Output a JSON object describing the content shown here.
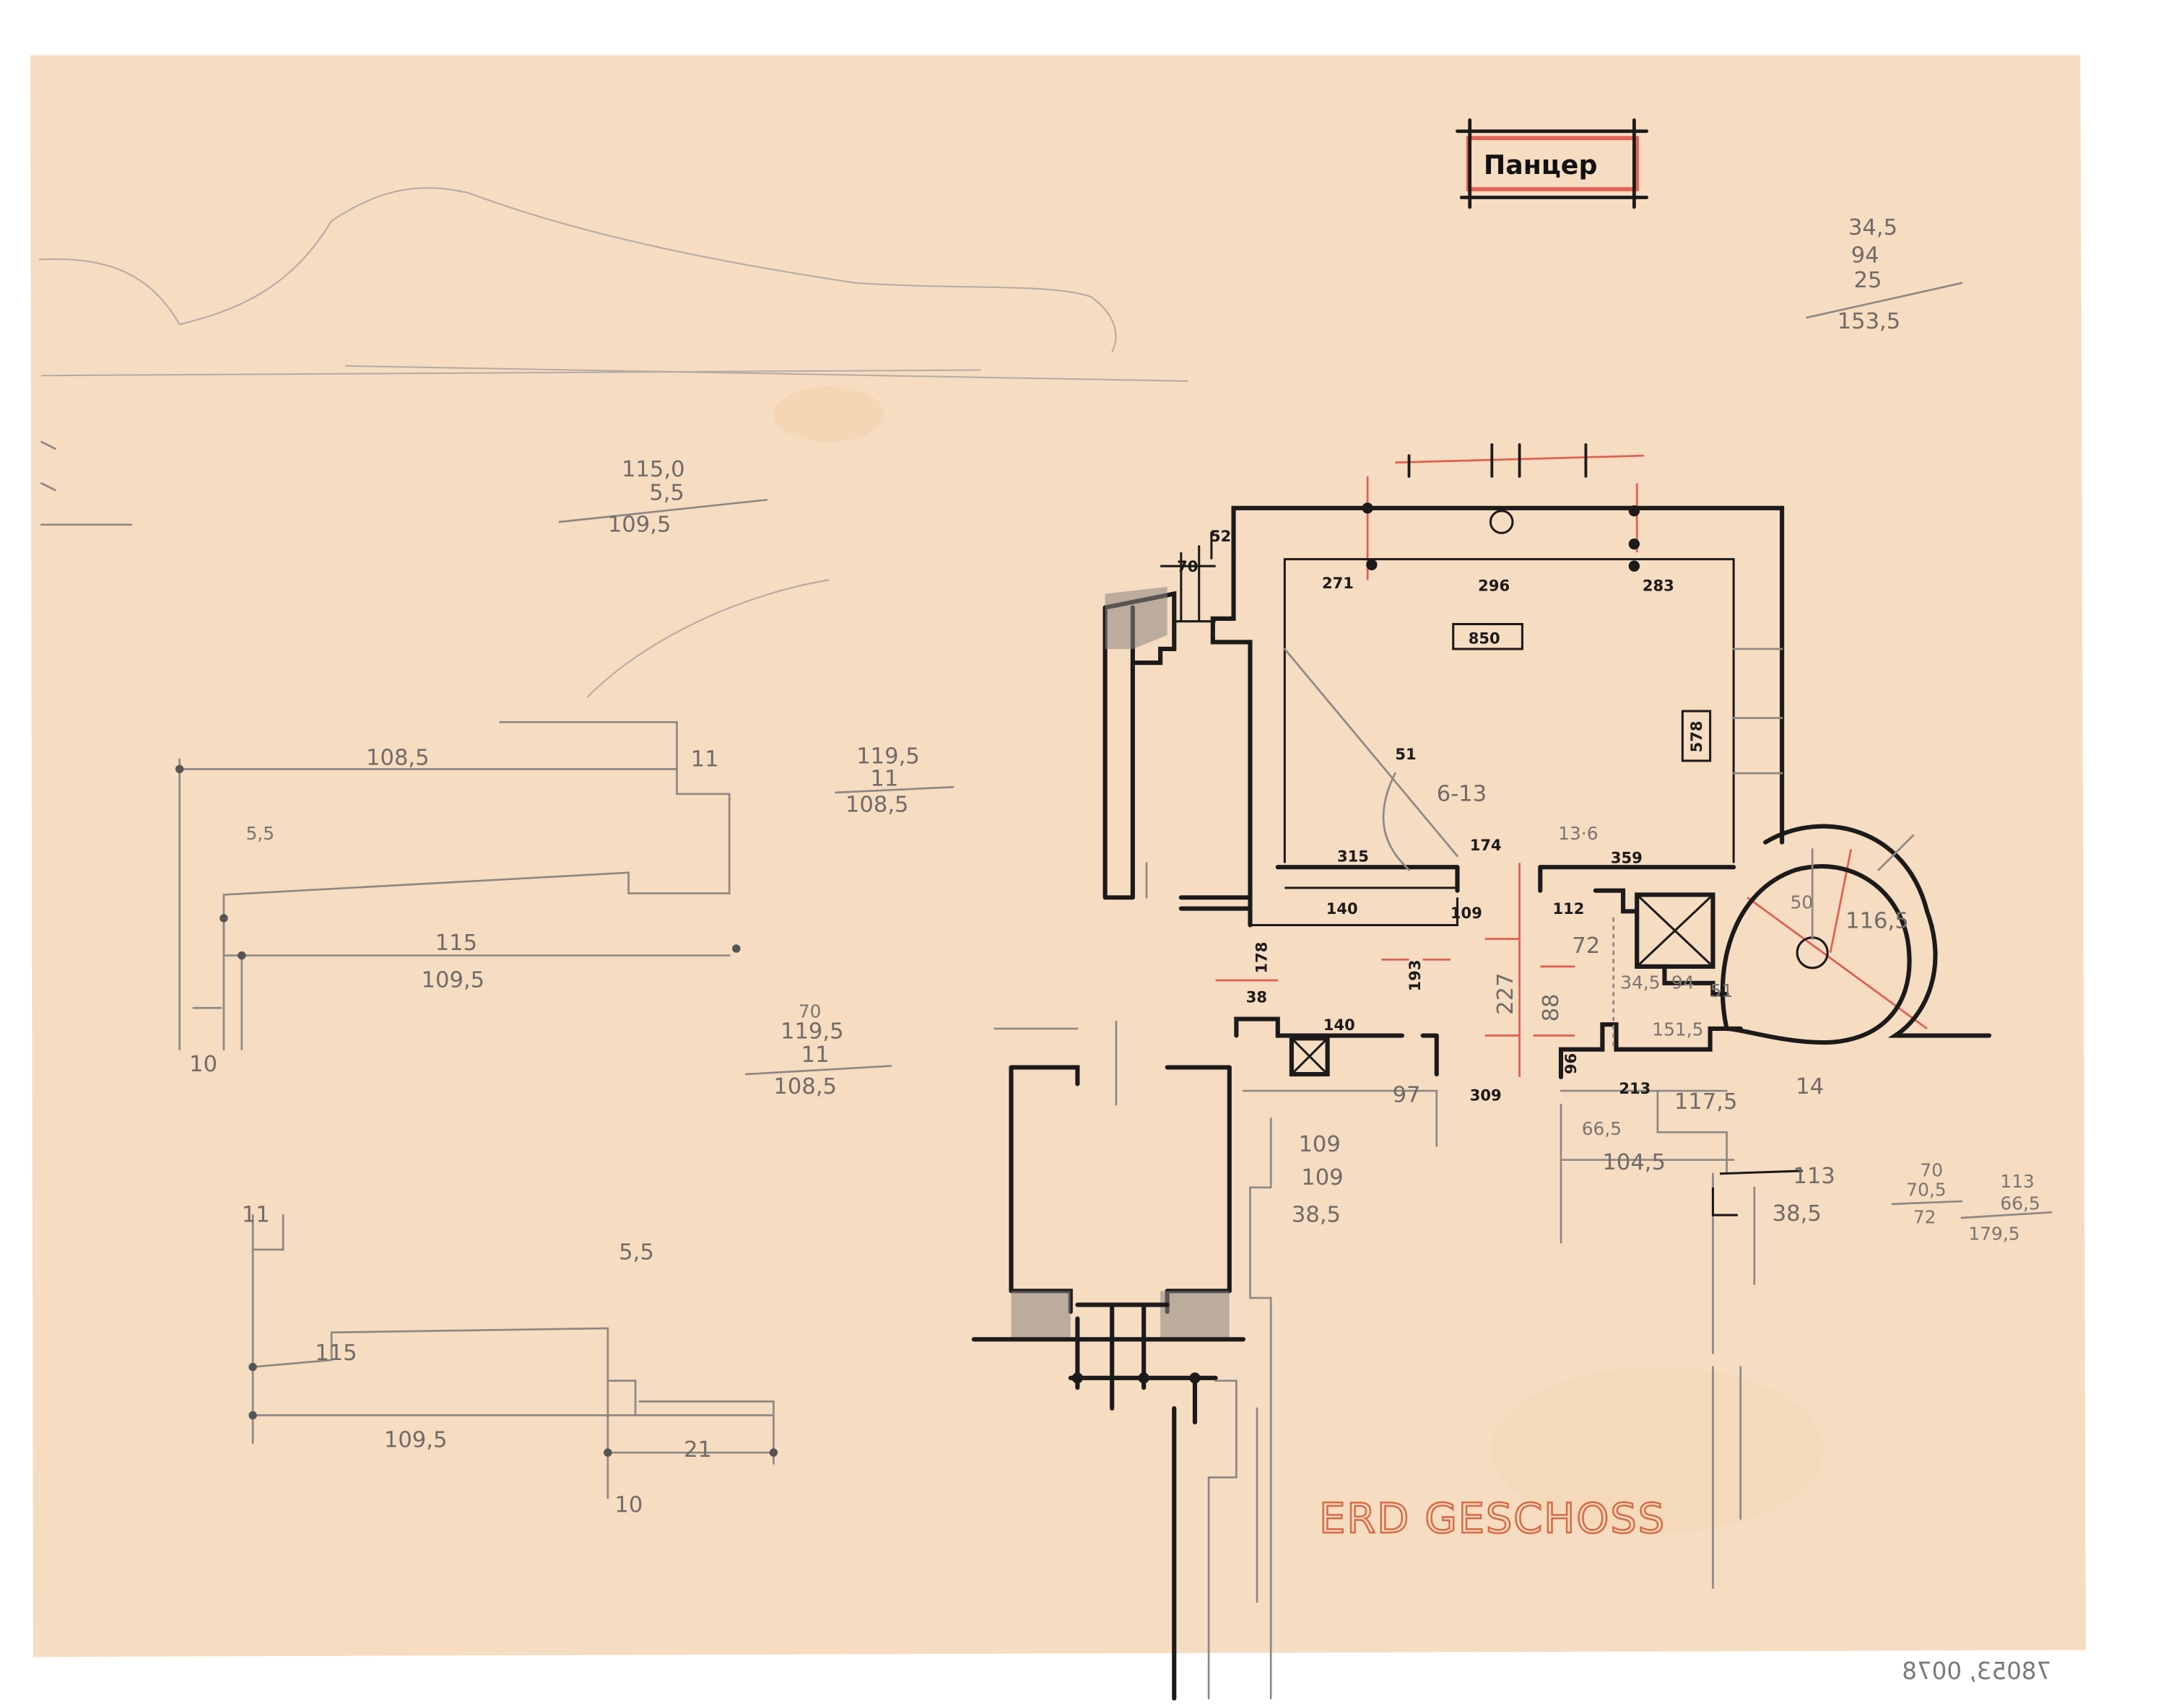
{
  "sheet": {
    "title_box": "Панцер",
    "floor_title": "ERD GESCHOSS",
    "inventory_number": "78053, 0078",
    "colors": {
      "paper": "#f6dcc1",
      "ink": "#1c1a1a",
      "pencil": "#8c8884",
      "red_pencil": "#e0443a",
      "orange_title": "#d86a45"
    }
  },
  "calc_top_right": [
    "34,5",
    "94",
    "25",
    "153,5"
  ],
  "calc_left_top": [
    "115,0",
    "5,5",
    "109,5"
  ],
  "elevation_upper": {
    "labels": [
      "108,5",
      "11",
      "5,5",
      "115",
      "109,5",
      "10"
    ]
  },
  "calc_mid_a": [
    "119,5",
    "11",
    "108,5"
  ],
  "calc_mid_b": [
    "70",
    "119,5",
    "11",
    "108,5"
  ],
  "elevation_lower": {
    "labels": [
      "11",
      "5,5",
      "115",
      "109,5",
      "21",
      "10"
    ]
  },
  "plan": {
    "labels": [
      "52",
      "70",
      "271",
      "296",
      "283",
      "850",
      "578",
      "51",
      "6-13",
      "315",
      "174",
      "13·6",
      "359",
      "140",
      "109",
      "112",
      "72",
      "50",
      "116,5",
      "38",
      "140",
      "97",
      "309",
      "213",
      "151,5",
      "14",
      "117,5",
      "104,5",
      "113",
      "38,5",
      "109",
      "109",
      "38,5",
      "66,5",
      "178",
      "193",
      "227",
      "88",
      "34,5",
      "94",
      "51",
      "96"
    ]
  },
  "calc_right_a": [
    "70",
    "70,5",
    "72"
  ],
  "calc_right_b": [
    "113",
    "66,5",
    "179,5"
  ]
}
